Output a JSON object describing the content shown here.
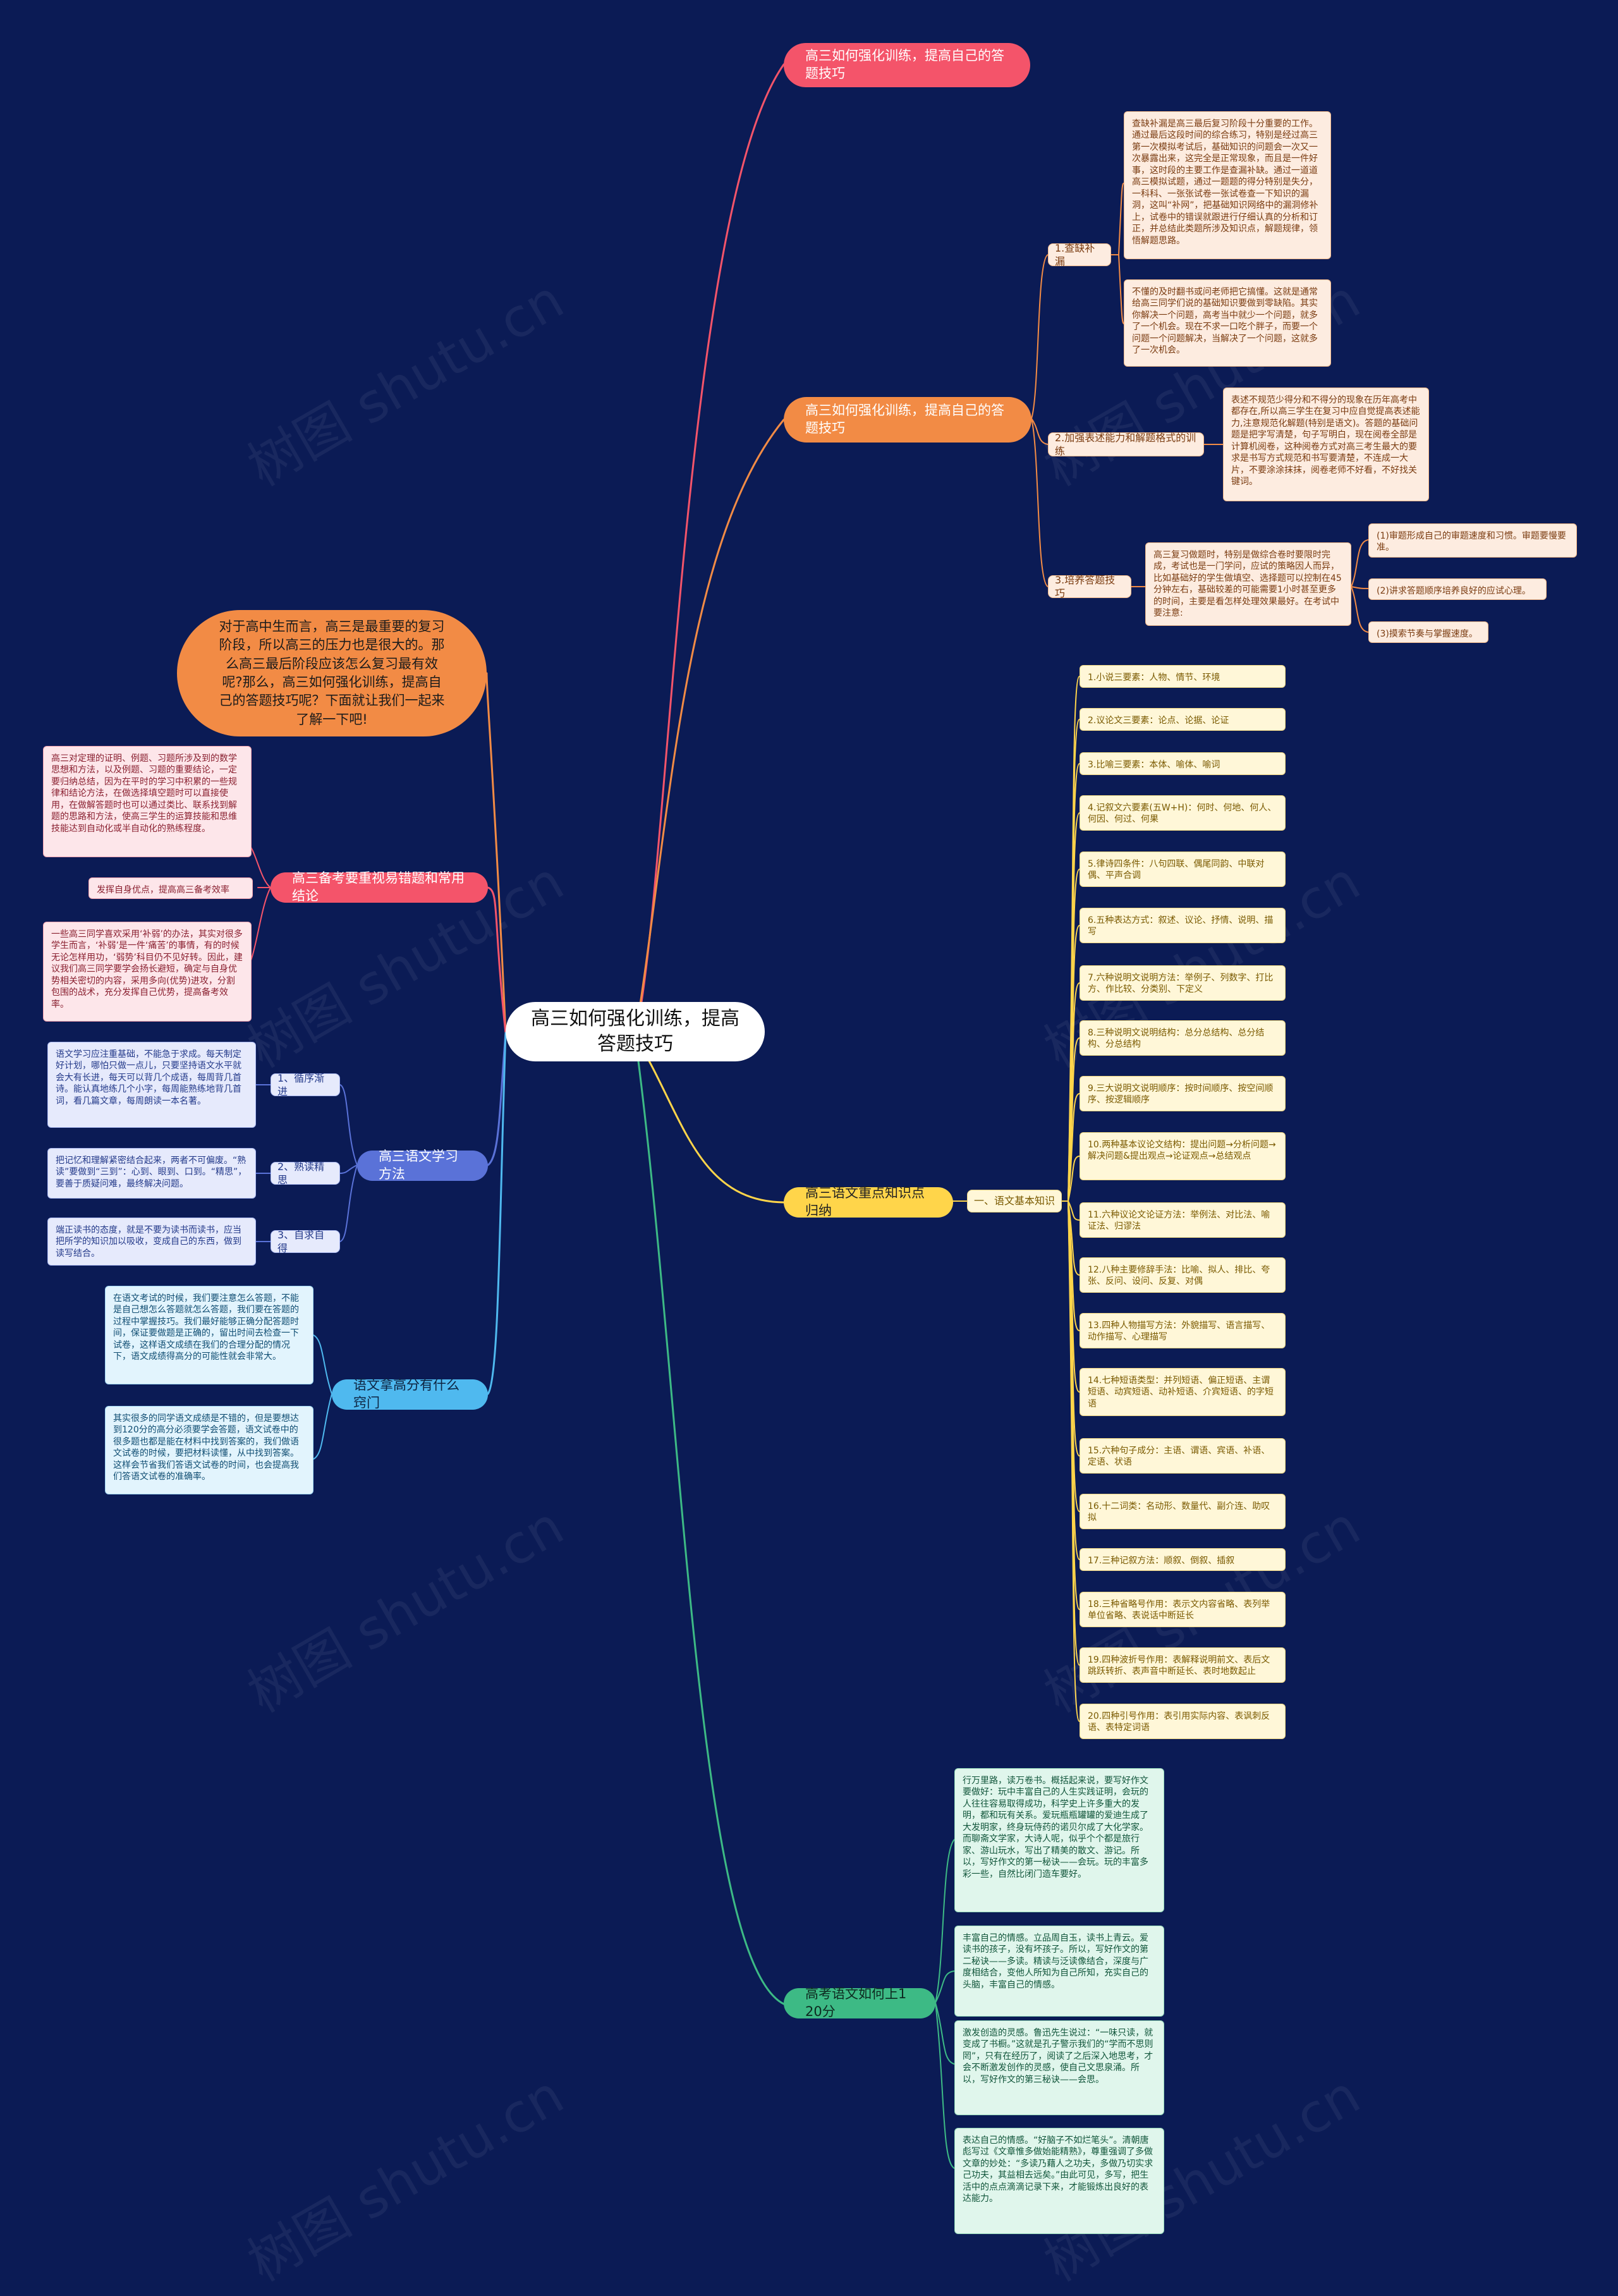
{
  "root": "高三如何强化训练，提高答题技巧",
  "intro": "对于高中生而言，高三是最重要的复习阶段，所以高三的压力也是很大的。那么高三最后阶段应该怎么复习最有效呢?那么，高三如何强化训练，提高自己的答题技巧呢？下面就让我们一起来了解一下吧!",
  "branch_top": "高三如何强化训练，提高自己的答题技巧",
  "branch_orange": {
    "title": "高三如何强化训练，提高自己的答题技巧",
    "items": [
      {
        "label": "1.查缺补漏",
        "texts": [
          "查缺补漏是高三最后复习阶段十分重要的工作。通过最后这段时间的综合练习，特别是经过高三第一次模拟考试后，基础知识的问题会一次又一次暴露出来，这完全是正常现象，而且是一件好事，这时段的主要工作是查漏补缺。通过一道道高三模拟试题，通过一题题的得分特别是失分，一科科、一张张试卷一张试卷查一下知识的漏洞，这叫“补网”，把基础知识网络中的漏洞修补上，试卷中的错误就跟进行仔细认真的分析和订正，并总结此类题所涉及知识点，解题规律，领悟解题思路。",
          "不懂的及时翻书或问老师把它搞懂。这就是通常给高三同学们说的基础知识要做到零缺陷。其实你解决一个问题，高考当中就少一个问题，就多了一个机会。现在不求一口吃个胖子，而要一个问题一个问题解决，当解决了一个问题，这就多了一次机会。"
        ]
      },
      {
        "label": "2.加强表述能力和解题格式的训练",
        "texts": [
          "表述不规范少得分和不得分的现象在历年高考中都存在,所以高三学生在复习中应自觉提高表述能力,注意规范化解题(特别是语文)。答题的基础问题是把字写清楚，句子写明白，现在阅卷全部是计算机阅卷，这种阅卷方式对高三考生最大的要求是书写方式规范和书写要清楚，不连成一大片，不要涂涂抹抹，阅卷老师不好看，不好找关键词。"
        ]
      },
      {
        "label": "3.培养答题技巧",
        "texts": [
          "高三复习做题时，特别是做综合卷时要限时完成，考试也是一门学问，应试的策略因人而异，比如基础好的学生做填空、选择题可以控制在45分钟左右，基础较差的可能需要1小时甚至更多的时间，主要是看怎样处理效果最好。在考试中要注意:"
        ],
        "subs": [
          "(1)审题形成自己的审题速度和习惯。审题要慢要准。",
          "(2)讲求答题顺序培养良好的应试心理。",
          "(3)摸索节奏与掌握速度。"
        ]
      }
    ]
  },
  "branch_yellow": {
    "title": "高三语文重点知识点归纳",
    "sub": "一、语文基本知识",
    "items": [
      "1.小说三要素：人物、情节、环境",
      "2.议论文三要素：论点、论据、论证",
      "3.比喻三要素：本体、喻体、喻词",
      "4.记叙文六要素(五W+H)：何时、何地、何人、何因、何过、何果",
      "5.律诗四条件：八句四联、偶尾同韵、中联对偶、平声合调",
      "6.五种表达方式：叙述、议论、抒情、说明、描写",
      "7.六种说明文说明方法：举例子、列数字、打比方、作比较、分类别、下定义",
      "8.三种说明文说明结构：总分总结构、总分结构、分总结构",
      "9.三大说明文说明顺序：按时间顺序、按空间顺序、按逻辑顺序",
      "10.两种基本议论文结构：提出问题→分析问题→解决问题&提出观点→论证观点→总结观点",
      "11.六种议论文论证方法：举例法、对比法、喻证法、归谬法",
      "12.八种主要修辞手法：比喻、拟人、排比、夸张、反问、设问、反复、对偶",
      "13.四种人物描写方法：外貌描写、语言描写、动作描写、心理描写",
      "14.七种短语类型：并列短语、偏正短语、主谓短语、动宾短语、动补短语、介宾短语、的字短语",
      "15.六种句子成分：主语、谓语、宾语、补语、定语、状语",
      "16.十二词类：名动形、数量代、副介连、助叹拟",
      "17.三种记叙方法：顺叙、倒叙、插叙",
      "18.三种省略号作用：表示文内容省略、表列举单位省略、表说话中断延长",
      "19.四种波折号作用：表解释说明前文、表后文跳跃转折、表声音中断延长、表时地数起止",
      "20.四种引号作用：表引用实际内容、表讽刺反语、表特定词语"
    ]
  },
  "branch_green": {
    "title": "高考语文如何上120分",
    "items": [
      "行万里路，读万卷书。概括起来说，要写好作文要做好：玩中丰富自己的人生实践证明，会玩的人往往容易取得成功，科学史上许多重大的发明，都和玩有关系。爱玩瓶瓶罐罐的爱迪生成了大发明家，终身玩侍药的诺贝尔成了大化学家。而聊斋文学家，大诗人呢，似乎个个都是旅行家、游山玩水，写出了精美的散文、游记。所以，写好作文的第一秘诀——会玩。玩的丰富多彩一些，自然比闭门造车要好。",
      "丰富自己的情感。立品周自玉，读书上青云。爱读书的孩子，没有坏孩子。所以，写好作文的第二秘诀——多读。精读与泛读像结合，深度与广度相结合，变他人所知为自己所知，充实自己的头脑，丰富自己的情感。",
      "激发创造的灵感。鲁迅先生说过：“一味只读，就变成了书橱。”这就是孔子警示我们的“学而不思则罔”，只有在经历了，阅读了之后深入地思考，才会不断激发创作的灵感，使自己文思泉涌。所以，写好作文的第三秘诀——会思。",
      "表达自己的情感。“好脑子不如烂笔头”。清朝唐彪写过《文章惟多做始能精熟》，尊重强调了多做文章的妙处：“多读乃藉人之功夫，多做乃切实求己功夫，其益相去远矣。”由此可见，多写，把生活中的点点滴滴记录下来，才能锻炼出良好的表达能力。"
    ]
  },
  "branch_red": {
    "title": "高三备考要重视易错题和常用结论",
    "items": [
      "高三对定理的证明、例题、习题所涉及到的数学思想和方法，以及例题、习题的重要结论，一定要归纳总结，因为在平时的学习中积累的一些规律和结论方法，在做选择填空题时可以直接使用，在做解答题时也可以通过类比、联系找到解题的思路和方法，使高三学生的运算技能和思维技能达到自动化或半自动化的熟练程度。",
      "发挥自身优点，提高高三备考效率",
      "一些高三同学喜欢采用‘补弱’的办法，其实对很多学生而言，‘补弱’是一件‘痛苦’的事情，有的时候无论怎样用功，‘弱势’科目仍不见好转。因此，建议我们高三同学要学会扬长避短，确定与自身优势相关密切的内容，采用多向(优势)进攻，分割包围的战术，充分发挥自己优势，提高备考效率。"
    ]
  },
  "branch_blue": {
    "title": "高三语文学习方法",
    "items": [
      {
        "label": "1、循序渐进",
        "text": "语文学习应注重基础，不能急于求成。每天制定好计划，哪怕只做一点儿，只要坚持语文水平就会大有长进，每天可以背几个成语，每周背几首诗。能认真地练几个小字，每周能熟练地背几首词，看几篇文章，每周朗读一本名著。"
      },
      {
        "label": "2、熟读精思",
        "text": "把记忆和理解紧密结合起来，两者不可偏废。“熟读”要做到“三到”：心到、眼到、口到。“精思”，要善于质疑问难，最终解决问题。"
      },
      {
        "label": "3、自求自得",
        "text": "端正读书的态度，就是不要为读书而读书，应当把所学的知识加以吸收，变成自己的东西，做到读写结合。"
      }
    ]
  },
  "branch_sky": {
    "title": "语文拿高分有什么窍门",
    "items": [
      "在语文考试的时候，我们要注意怎么答题，不能是自己想怎么答题就怎么答题，我们要在答题的过程中掌握技巧。我们最好能够正确分配答题时间，保证要做题是正确的，留出时间去检查一下试卷，这样语文成绩在我们的合理分配的情况下，语文成绩得高分的可能性就会非常大。",
      "其实很多的同学语文成绩是不错的，但是要想达到120分的高分必须要学会答题，语文试卷中的很多题也都是能在材料中找到答案的，我们做语文试卷的时候，要把材料读懂，从中找到答案。这样会节省我们答语文试卷的时间，也会提高我们答语文试卷的准确率。"
    ]
  },
  "watermark": "树图 shutu.cn",
  "colors": {
    "background": "#0b1b55",
    "red": "#f4546a",
    "orange": "#f28b45",
    "yellow": "#ffd54a",
    "blue": "#5a72d8",
    "sky": "#4fb9ef",
    "green": "#3dba85"
  }
}
